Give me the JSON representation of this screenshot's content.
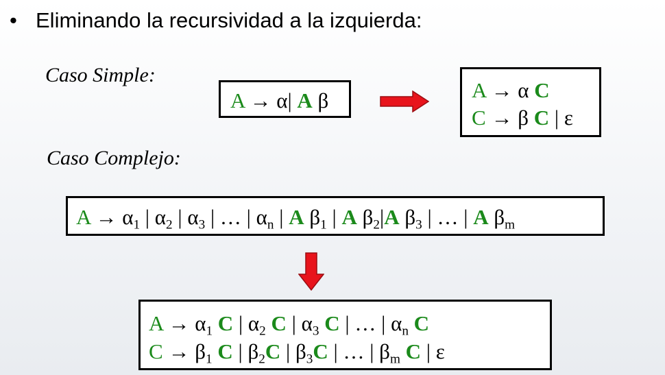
{
  "heading": {
    "bullet": "•",
    "text": "Eliminando la recursividad a la izquierda:"
  },
  "simple": {
    "caption": "Caso Simple:",
    "rule": {
      "lhs": "A",
      "arrow": "→",
      "alpha": "α",
      "sep": "|",
      "A": "A",
      "beta": "β"
    },
    "result": {
      "line1": {
        "lhs": "A",
        "arrow": "→",
        "alpha": "α",
        "C": "C"
      },
      "line2": {
        "lhs": "C",
        "arrow": "→",
        "beta": "β",
        "C": "C",
        "sep": "|",
        "eps": "ε"
      }
    }
  },
  "complex": {
    "caption": "Caso Complejo:",
    "rule": {
      "lhs": "A",
      "arrow": "→",
      "alpha": "α",
      "beta": "β",
      "A": "A",
      "sep": "|",
      "ellipsis": "…",
      "sub1": "1",
      "sub2": "2",
      "sub3": "3",
      "subn": "n",
      "subm": "m"
    },
    "result": {
      "line1": {
        "lhs": "A",
        "arrow": "→",
        "alpha": "α",
        "C": "C",
        "sep": "|",
        "ellipsis": "…",
        "sub1": "1",
        "sub2": "2",
        "sub3": "3",
        "subn": "n"
      },
      "line2": {
        "lhs": "C",
        "arrow": "→",
        "beta": "β",
        "C": "C",
        "sep": "|",
        "ellipsis": "…",
        "eps": "ε",
        "sub1": "1",
        "sub2": "2",
        "sub3": "3",
        "subm": "m"
      }
    }
  },
  "colors": {
    "nonterminal": "#1b8a1b",
    "arrow_fill": "#e8141c",
    "arrow_stroke": "#9a0d12",
    "box_border": "#000000"
  },
  "icons": {
    "transform_right": "right-arrow-icon",
    "transform_down": "down-arrow-icon"
  }
}
